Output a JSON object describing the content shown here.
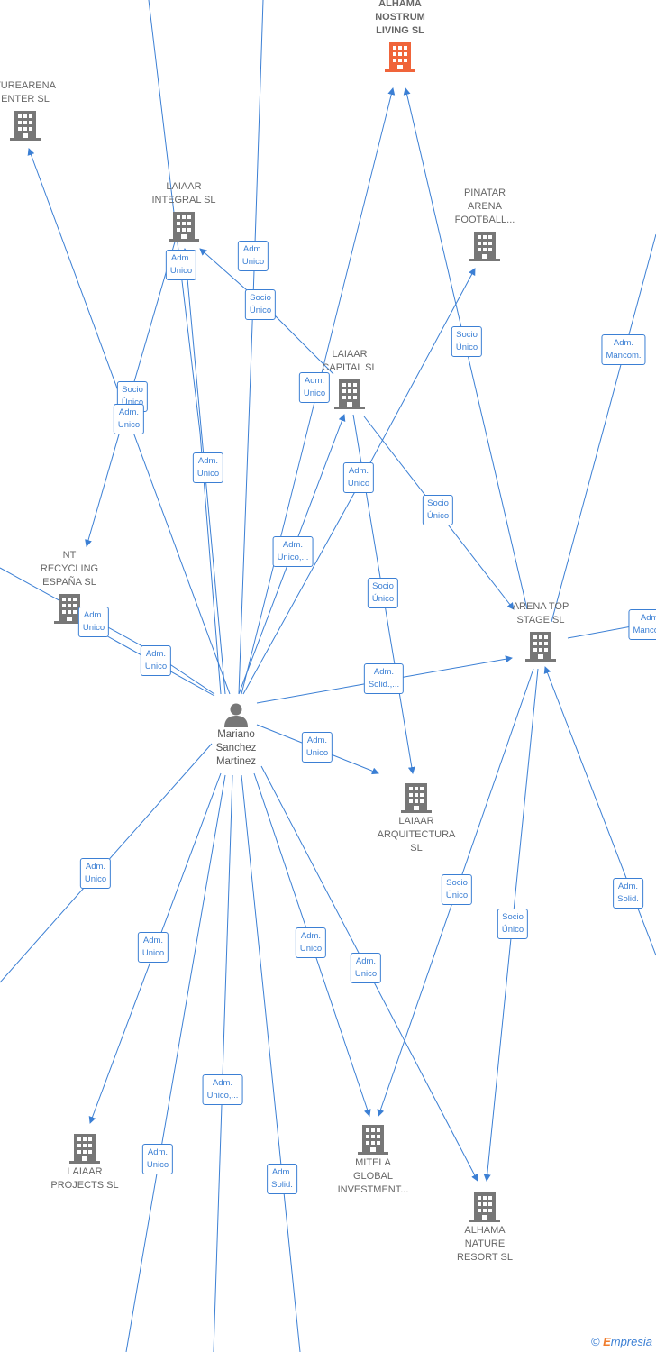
{
  "nodes": [
    {
      "id": "alhama_nostrum",
      "label": "ALHAMA\nNOSTRUM\nLIVING  SL",
      "color": "#f0643a",
      "main": true
    },
    {
      "id": "turearena",
      "label": "TUREARENA\nENTER  SL",
      "color": "#777777"
    },
    {
      "id": "laiaar_integral",
      "label": "LAIAAR\nINTEGRAL  SL",
      "color": "#777777"
    },
    {
      "id": "pinatar",
      "label": "PINATAR\nARENA\nFOOTBALL...",
      "color": "#777777"
    },
    {
      "id": "laiaar_capital",
      "label": "LAIAAR\nCAPITAL  SL",
      "color": "#777777"
    },
    {
      "id": "nt_recycling",
      "label": "NT\nRECYCLING\nESPAÑA  SL",
      "color": "#777777"
    },
    {
      "id": "arena_top",
      "label": "ARENA TOP\nSTAGE  SL",
      "color": "#777777"
    },
    {
      "id": "laiaar_arquitectura",
      "label": "LAIAAR\nARQUITECTURA\nSL",
      "color": "#777777"
    },
    {
      "id": "laiaar_projects",
      "label": "LAIAAR\nPROJECTS  SL",
      "color": "#777777"
    },
    {
      "id": "mitela",
      "label": "MITELA\nGLOBAL\nINVESTMENT...",
      "color": "#777777"
    },
    {
      "id": "alhama_nature",
      "label": "ALHAMA\nNATURE\nRESORT  SL",
      "color": "#777777"
    }
  ],
  "person": {
    "label": "Mariano\nSanchez\nMartinez",
    "color": "#777777"
  },
  "edge_labels": [
    "Adm.\nUnico",
    "Socio\nÚnico",
    "Adm.\nUnico",
    "Socio\nÚnico",
    "Adm.\nUnico",
    "Adm.\nUnico",
    "Socio\nÚnico",
    "Adm.\nUnico",
    "Adm.\nMancom.",
    "Adm.\nUnico",
    "Socio\nÚnico",
    "Adm.\nUnico,...",
    "Socio\nÚnico",
    "Adm.\nUnico",
    "Adm.\nUnico",
    "Adm.\nSolid.,...",
    "Adm.\nUnico",
    "Adm.\nMancom.",
    "Adm.\nUnico",
    "Socio\nÚnico",
    "Adm.\nSolid.",
    "Adm.\nUnico",
    "Socio\nÚnico",
    "Adm.\nUnico",
    "Adm.\nUnico",
    "Adm.\nUnico,...",
    "Adm.\nUnico",
    "Adm.\nSolid."
  ],
  "colors": {
    "edge": "#3b7fd4"
  },
  "footer": {
    "copyright": "©",
    "brand_e": "E",
    "brand_rest": "mpresia"
  }
}
